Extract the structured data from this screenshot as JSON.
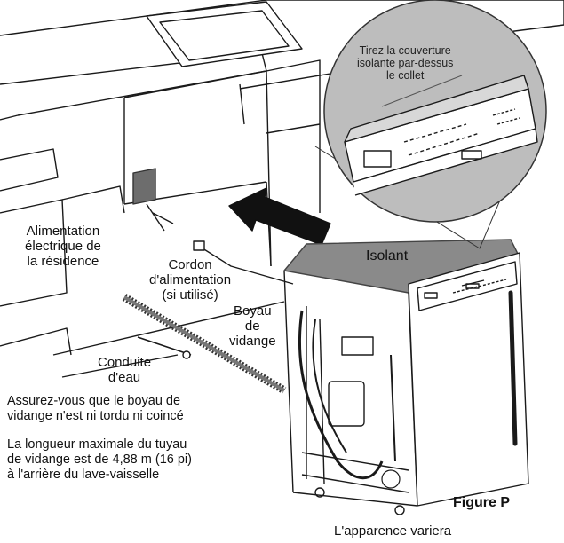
{
  "labels": {
    "power_supply": [
      "Alimentation",
      "électrique de",
      "la résidence"
    ],
    "power_cord": [
      "Cordon",
      "d'alimentation",
      "(si utilisé)"
    ],
    "drain_hose": [
      "Boyau",
      "de",
      "vidange"
    ],
    "water_line": [
      "Conduite",
      "d'eau"
    ],
    "insulation": "Isolant",
    "insulation_tip": [
      "Tirez la couverture",
      "isolante par-dessus",
      "le collet"
    ]
  },
  "notes": {
    "hose_check": [
      "Assurez-vous que le boyau de",
      "vidange n'est ni tordu ni coincé"
    ],
    "hose_length": [
      "La longueur maximale du tuyau",
      "de vidange est de 4,88 m (16 pi)",
      "à l'arrière du lave-vaisselle"
    ]
  },
  "figure_label": "Figure P",
  "appearance_note": "L'apparence variera",
  "colors": {
    "line": "#1a1a1a",
    "insulation": "#8a8a8a",
    "magnifier": "#bdbdbd",
    "arrow": "#111111"
  }
}
